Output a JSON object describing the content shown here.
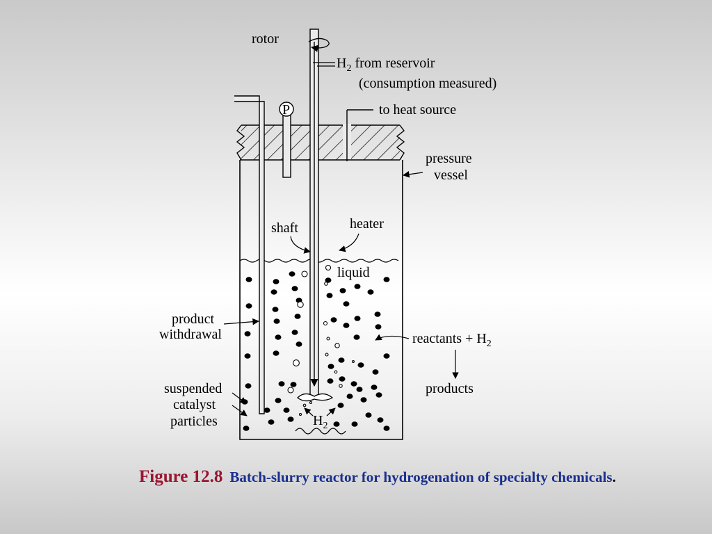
{
  "labels": {
    "rotor": "rotor",
    "h2": "H",
    "h2_sub": "2",
    "from_reservoir": " from reservoir",
    "consumption": "(consumption measured)",
    "p": "P",
    "to_heat_source": "to heat source",
    "pressure": "pressure",
    "vessel": "vessel",
    "shaft": "shaft",
    "heater": "heater",
    "liquid": "liquid",
    "product": "product",
    "withdrawal": "withdrawal",
    "reactants": "reactants + H",
    "reactants_sub": "2",
    "products": "products",
    "suspended": "suspended",
    "catalyst": "catalyst",
    "particles": "particles",
    "h2_bottom": "H",
    "h2_bottom_sub": "2"
  },
  "caption": {
    "number": "Figure 12.8",
    "text": "Batch-slurry reactor for hydrogenation of specialty chemicals",
    "period": "."
  }
}
